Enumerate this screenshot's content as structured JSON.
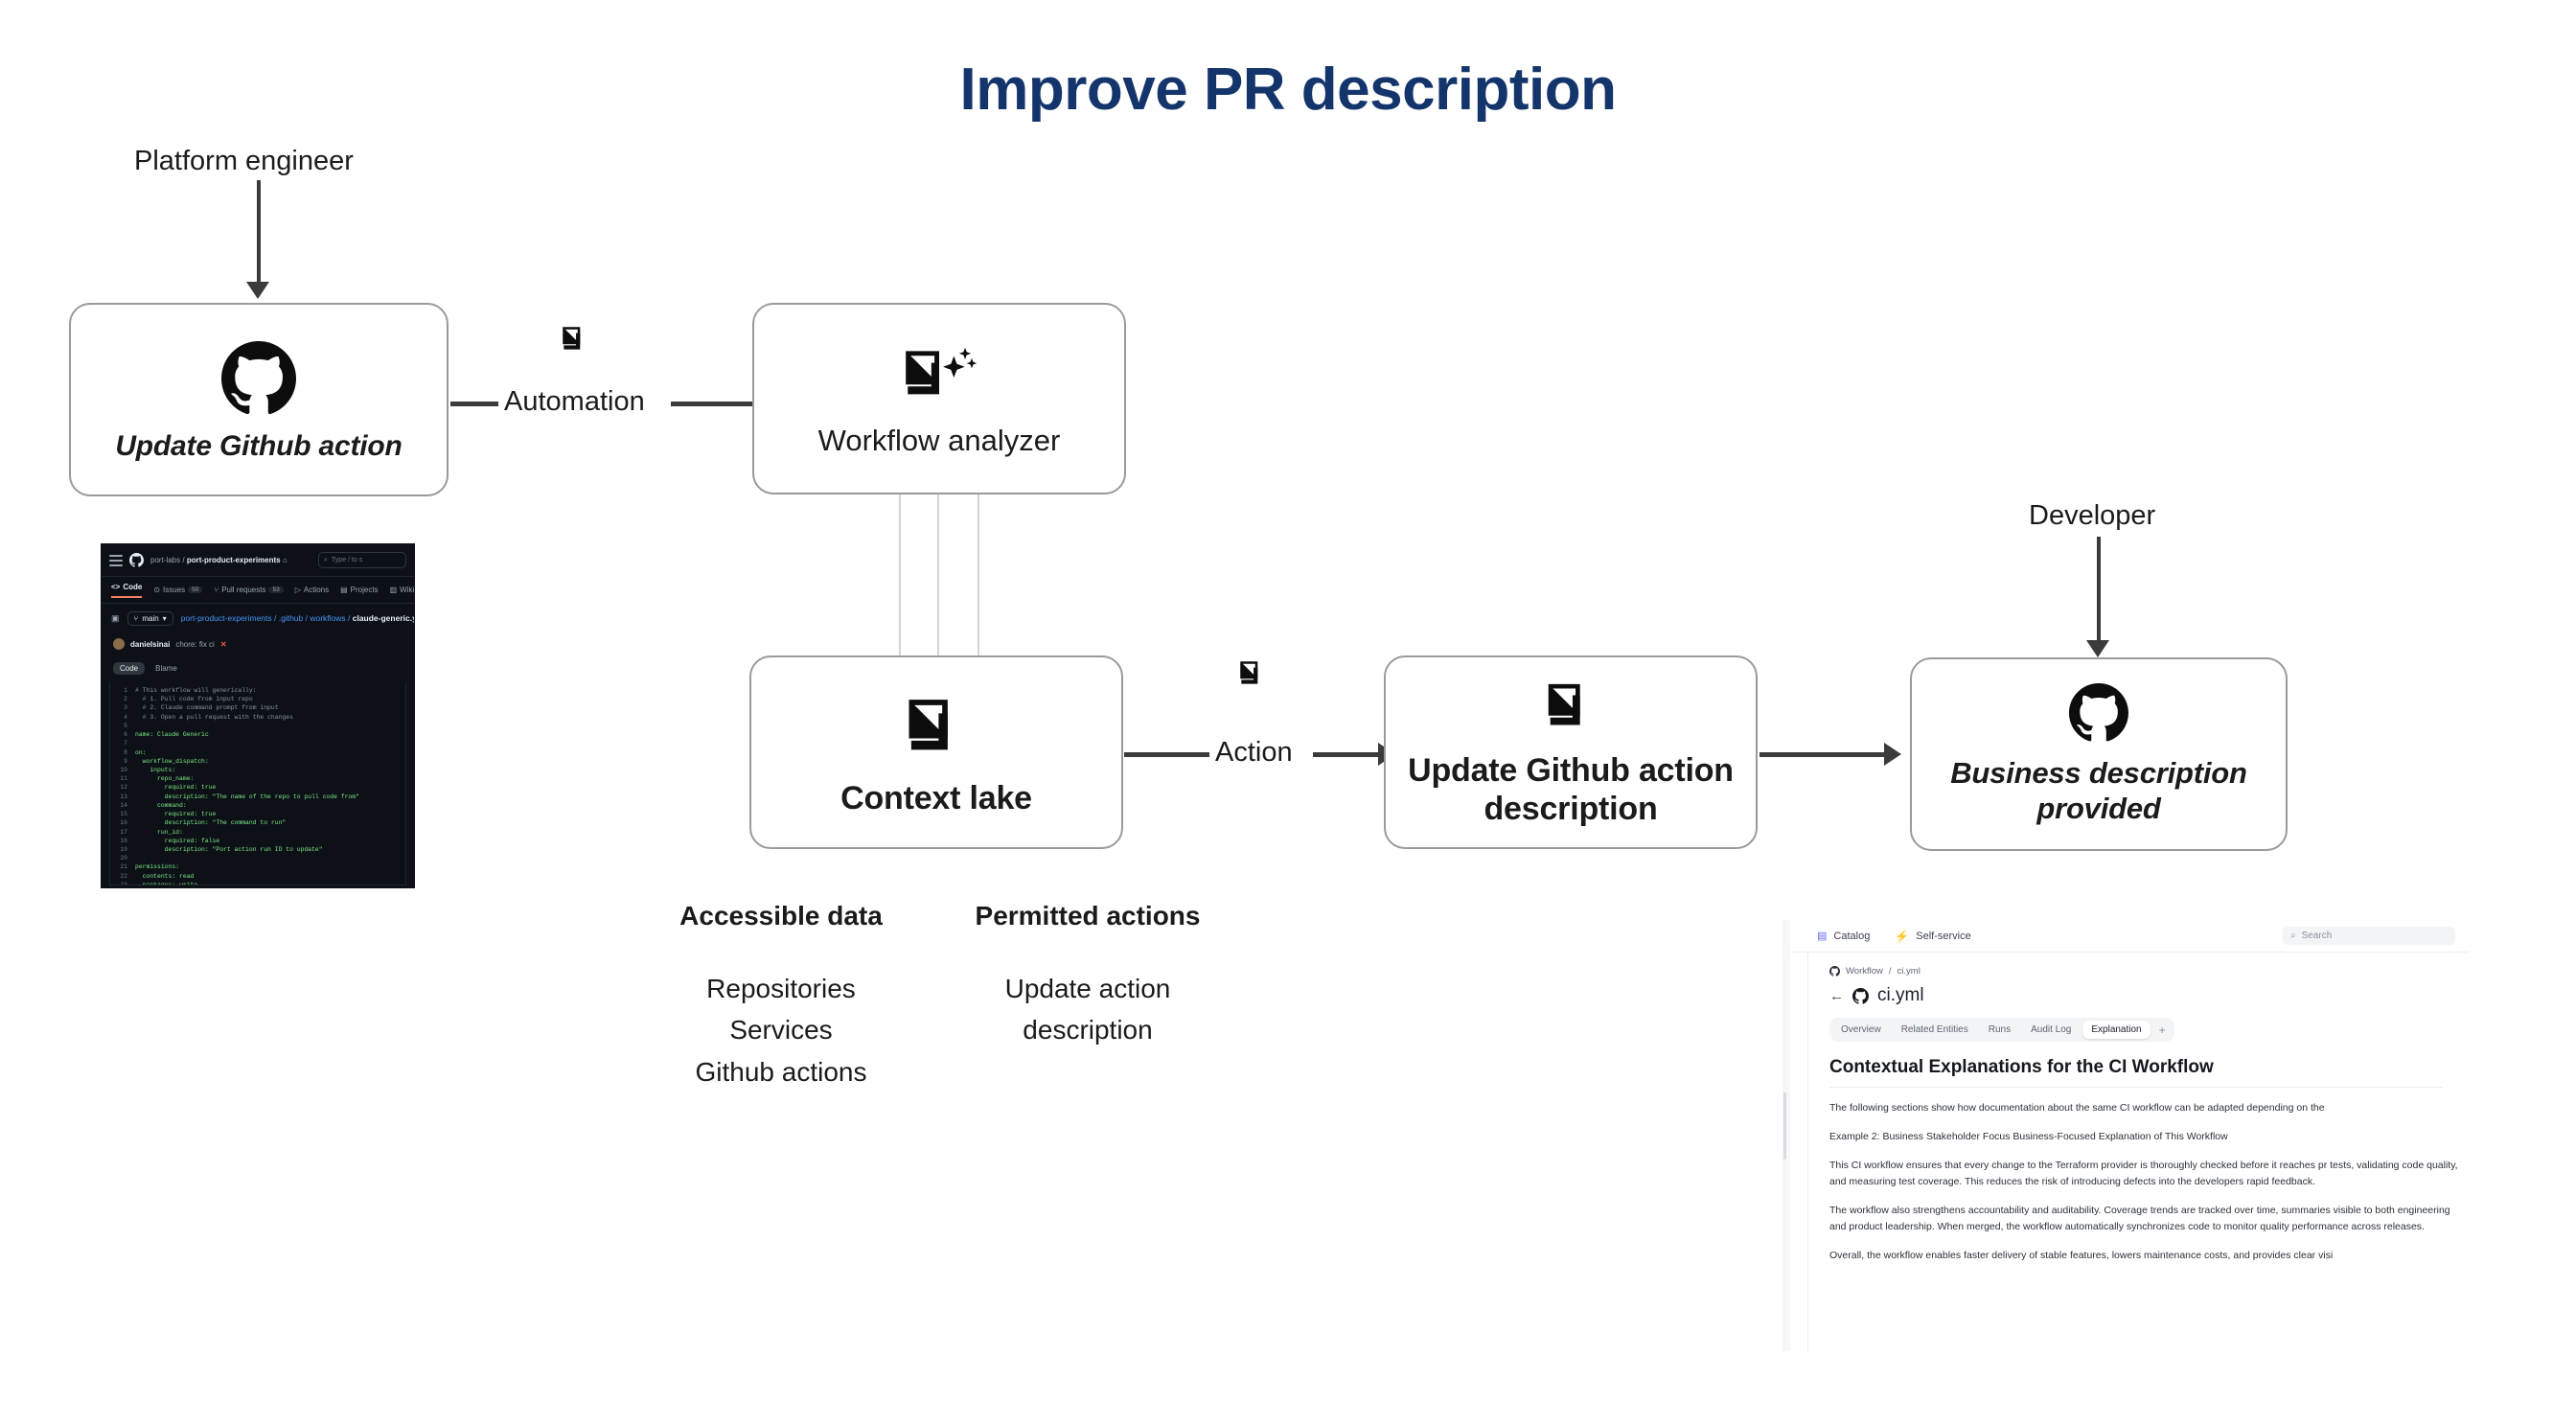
{
  "page": {
    "title": "Improve PR description",
    "title_color": "#14356b",
    "background": "#ffffff"
  },
  "flow": {
    "actors": [
      {
        "name": "platform-engineer",
        "label": "Platform engineer"
      },
      {
        "name": "developer",
        "label": "Developer"
      }
    ],
    "nodes": [
      {
        "id": "update-github-action",
        "label": "Update Github action",
        "icon": "github-icon",
        "style": "bold-italic"
      },
      {
        "id": "workflow-analyzer",
        "label": "Workflow analyzer",
        "icon": "port-ai-icon",
        "style": "regular"
      },
      {
        "id": "context-lake",
        "label": "Context lake",
        "icon": "port-icon",
        "style": "bold"
      },
      {
        "id": "update-github-action-description",
        "label": "Update Github action description",
        "icon": "port-icon",
        "style": "bold"
      },
      {
        "id": "business-description-provided",
        "label": "Business description provided",
        "icon": "github-icon",
        "style": "bold-italic"
      }
    ],
    "edges": [
      {
        "id": "automation-edge",
        "label": "Automation",
        "badge_icon": "port-icon"
      },
      {
        "id": "action-edge",
        "label": "Action",
        "badge_icon": "port-icon"
      }
    ]
  },
  "context_lake_details": {
    "accessible_data": {
      "heading": "Accessible data",
      "items": [
        "Repositories",
        "Services",
        "Github actions"
      ]
    },
    "permitted_actions": {
      "heading": "Permitted actions",
      "items": [
        "Update action",
        "description"
      ]
    }
  },
  "github_screenshot": {
    "owner": "port-labs",
    "separator": "/",
    "repo": "port-product-experiments",
    "visibility_icon": "lock-icon",
    "search_placeholder": "Type / to s",
    "tabs": [
      {
        "label": "Code",
        "icon": "code-icon",
        "badge": "",
        "active": true
      },
      {
        "label": "Issues",
        "icon": "issue-icon",
        "badge": "50",
        "active": false
      },
      {
        "label": "Pull requests",
        "icon": "pr-icon",
        "badge": "53",
        "active": false
      },
      {
        "label": "Actions",
        "icon": "play-icon",
        "badge": "",
        "active": false
      },
      {
        "label": "Projects",
        "icon": "table-icon",
        "badge": "",
        "active": false
      },
      {
        "label": "Wiki",
        "icon": "book-icon",
        "badge": "",
        "active": false
      }
    ],
    "branch": "main",
    "breadcrumb_path": "port-product-experiments / .github / workflows / ",
    "breadcrumb_file": "claude-generic.yam",
    "commit_author": "danielsinai",
    "commit_message": "chore: fix ci",
    "commit_status": "✕",
    "view_buttons": [
      {
        "label": "Code",
        "active": true
      },
      {
        "label": "Blame",
        "active": false
      }
    ],
    "code_lines": [
      {
        "n": "1",
        "text": "# This workflow will generically:",
        "cls": "c-com"
      },
      {
        "n": "2",
        "text": "  # 1. Pull code from input repo",
        "cls": "c-com"
      },
      {
        "n": "3",
        "text": "  # 2. Claude command prompt from input",
        "cls": "c-com"
      },
      {
        "n": "4",
        "text": "  # 3. Open a pull request with the changes",
        "cls": "c-com"
      },
      {
        "n": "5",
        "text": "",
        "cls": "c-pln"
      },
      {
        "n": "6",
        "text": "name: Claude Generic",
        "cls": "c-key"
      },
      {
        "n": "7",
        "text": "",
        "cls": "c-pln"
      },
      {
        "n": "8",
        "text": "on:",
        "cls": "c-key"
      },
      {
        "n": "9",
        "text": "  workflow_dispatch:",
        "cls": "c-key"
      },
      {
        "n": "10",
        "text": "    inputs:",
        "cls": "c-key"
      },
      {
        "n": "11",
        "text": "      repo_name:",
        "cls": "c-key"
      },
      {
        "n": "12",
        "text": "        required: true",
        "cls": "c-key"
      },
      {
        "n": "13",
        "text": "        description: \"The name of the repo to pull code from\"",
        "cls": "c-key"
      },
      {
        "n": "14",
        "text": "      command:",
        "cls": "c-key"
      },
      {
        "n": "15",
        "text": "        required: true",
        "cls": "c-key"
      },
      {
        "n": "16",
        "text": "        description: \"The command to run\"",
        "cls": "c-key"
      },
      {
        "n": "17",
        "text": "      run_id:",
        "cls": "c-key"
      },
      {
        "n": "18",
        "text": "        required: false",
        "cls": "c-key"
      },
      {
        "n": "19",
        "text": "        description: \"Port action run ID to update\"",
        "cls": "c-key"
      },
      {
        "n": "20",
        "text": "",
        "cls": "c-pln"
      },
      {
        "n": "21",
        "text": "permissions:",
        "cls": "c-key"
      },
      {
        "n": "22",
        "text": "  contents: read",
        "cls": "c-key"
      },
      {
        "n": "23",
        "text": "  packages: write",
        "cls": "c-key"
      }
    ]
  },
  "port_screenshot": {
    "nav": [
      {
        "label": "Catalog",
        "icon": "catalog-icon"
      },
      {
        "label": "Self-service",
        "icon": "bolt-icon"
      }
    ],
    "search_placeholder": "Search",
    "breadcrumb": {
      "icon": "github-icon",
      "parent": "Workflow",
      "separator": "/",
      "current": "ci.yml"
    },
    "back_icon": "arrow-left-icon",
    "entity_title": "ci.yml",
    "tabs": [
      {
        "label": "Overview",
        "active": false
      },
      {
        "label": "Related Entities",
        "active": false
      },
      {
        "label": "Runs",
        "active": false
      },
      {
        "label": "Audit Log",
        "active": false
      },
      {
        "label": "Explanation",
        "active": true
      }
    ],
    "add_tab_label": "+",
    "doc_heading": "Contextual Explanations for the CI Workflow",
    "paragraphs": [
      "The following sections show how documentation about the same CI workflow can be adapted depending on the",
      "Example 2: Business Stakeholder Focus Business-Focused Explanation of This Workflow",
      "This CI workflow ensures that every change to the Terraform provider is thoroughly checked before it reaches pr tests, validating code quality, and measuring test coverage. This reduces the risk of introducing defects into the developers rapid feedback.",
      "The workflow also strengthens accountability and auditability. Coverage trends are tracked over time, summaries visible to both engineering and product leadership. When merged, the workflow automatically synchronizes code to monitor quality performance across releases.",
      "Overall, the workflow enables faster delivery of stable features, lowers maintenance costs, and provides clear visi"
    ]
  }
}
